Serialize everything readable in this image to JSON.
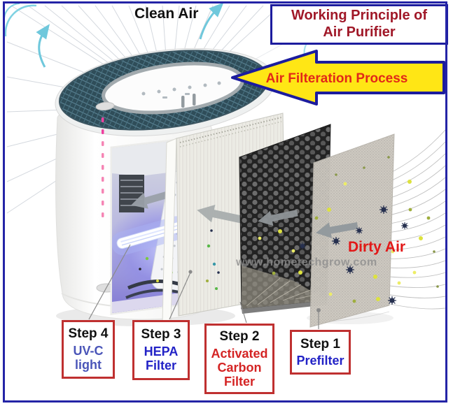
{
  "frame": {
    "border_color": "#2424a6"
  },
  "title_box": {
    "line1": "Working Principle of",
    "line2": "Air Purifier",
    "text_color": "#a01828",
    "border_color": "#1c1c9e"
  },
  "process_banner": {
    "label": "Air Filteration Process",
    "fill_color": "#ffe615",
    "text_color": "#e22818",
    "border_color": "#1c1c9e"
  },
  "flow_labels": {
    "clean_air": "Clean Air",
    "dirty_air": "Dirty Air"
  },
  "watermark": "www.hometechgrow.com",
  "steps": [
    {
      "step": "Step 4",
      "name": "UV-C light",
      "name_color": "#4a55b8"
    },
    {
      "step": "Step 3",
      "name": "HEPA Filter",
      "name_color": "#2222c6"
    },
    {
      "step": "Step 2",
      "name": "Activated Carbon Filter",
      "name_color": "#d42424"
    },
    {
      "step": "Step 1",
      "name": "Prefilter",
      "name_color": "#2222c6"
    }
  ]
}
